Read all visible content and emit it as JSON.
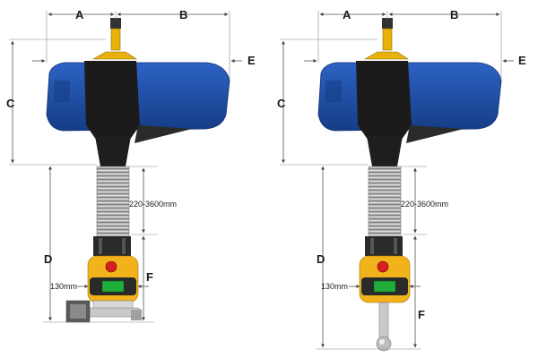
{
  "labels": {
    "a": "A",
    "b": "B",
    "c": "C",
    "d": "D",
    "e": "E",
    "f": "F",
    "stroke_range": "220-3600mm",
    "handle_width": "130mm"
  },
  "colors": {
    "body_blue": "#1f4fa8",
    "body_blue_dark": "#0f2f6e",
    "housing_black": "#1b1b1b",
    "hose_grey": "#a8a8a8",
    "handle_yellow": "#f2b21b",
    "button_red": "#d62020",
    "display_green": "#1fae3a",
    "hook_yellow": "#e8b10a"
  }
}
